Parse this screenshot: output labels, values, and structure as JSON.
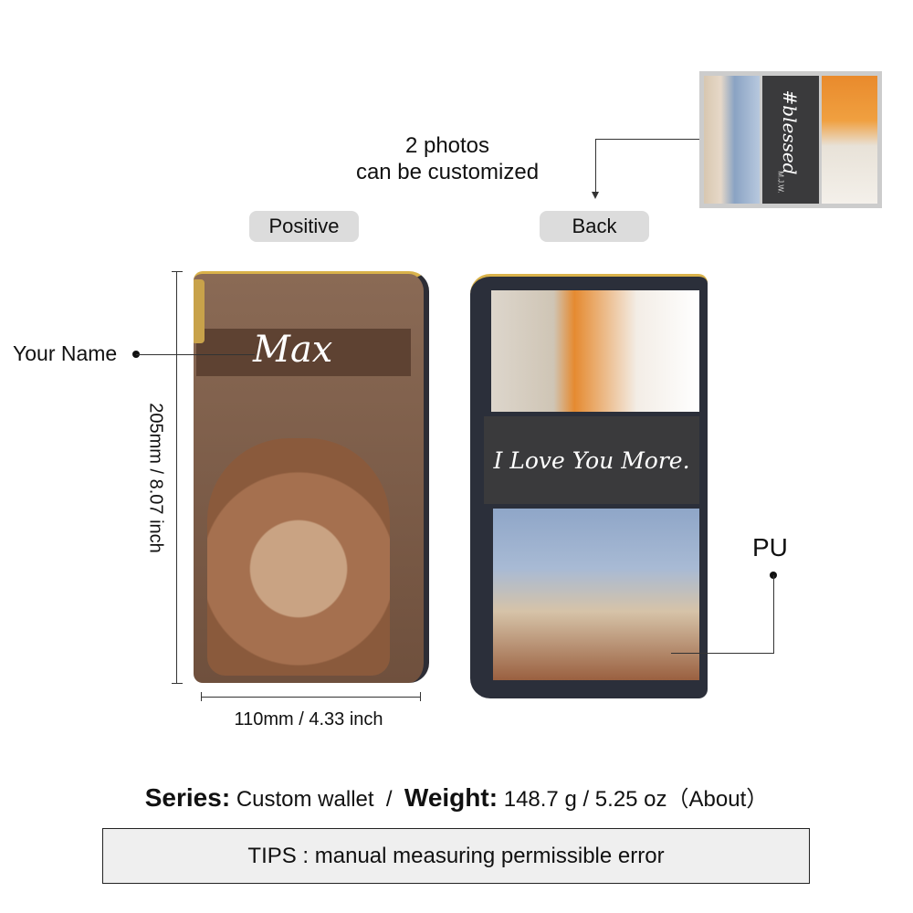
{
  "annotations": {
    "photos_count": "2 photos",
    "photos_note": "can be customized",
    "your_name": "Your Name",
    "material": "PU",
    "height_dim": "205mm / 8.07 inch",
    "width_dim": "110mm / 4.33 inch"
  },
  "views": {
    "front": "Positive",
    "back": "Back"
  },
  "front_wallet": {
    "name_text": "Max"
  },
  "back_wallet": {
    "quote": "I Love You More."
  },
  "thumbnail": {
    "tag": "#blessed",
    "initials": "M.J.W."
  },
  "specs": {
    "series_label": "Series:",
    "series_value": "Custom wallet",
    "separator": "/",
    "weight_label": "Weight:",
    "weight_value": "148.7 g / 5.25 oz（About）"
  },
  "tips": "TIPS : manual measuring permissible error",
  "colors": {
    "leather": "#7a5a45",
    "band": "#5e4232",
    "chalk": "#3a3a3c",
    "zip": "#d9b24a",
    "pill": "#dcdcdc"
  }
}
